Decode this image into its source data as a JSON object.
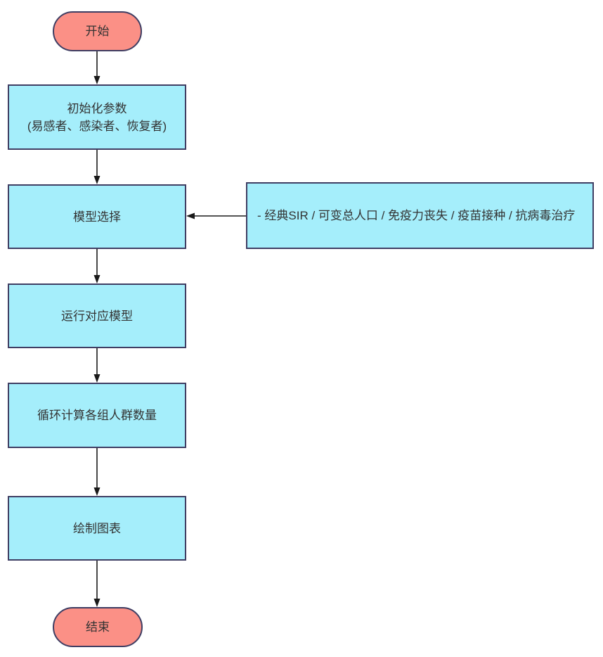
{
  "diagram": {
    "type": "flowchart",
    "language": "zh",
    "nodes": {
      "start": {
        "shape": "terminator",
        "label": "开始"
      },
      "init": {
        "shape": "process",
        "label": "初始化参数",
        "sublabel": "(易感者、感染者、恢复者)"
      },
      "model_select": {
        "shape": "process",
        "label": "模型选择"
      },
      "model_options": {
        "shape": "annotation",
        "label": "- 经典SIR / 可变总人口 / 免疫力丧失 / 疫苗接种 / 抗病毒治疗"
      },
      "run_model": {
        "shape": "process",
        "label": "运行对应模型"
      },
      "loop_compute": {
        "shape": "process",
        "label": "循环计算各组人群数量"
      },
      "draw_chart": {
        "shape": "process",
        "label": "绘制图表"
      },
      "end": {
        "shape": "terminator",
        "label": "结束"
      }
    },
    "edges": [
      {
        "from": "start",
        "to": "init"
      },
      {
        "from": "init",
        "to": "model_select"
      },
      {
        "from": "model_options",
        "to": "model_select"
      },
      {
        "from": "model_select",
        "to": "run_model"
      },
      {
        "from": "run_model",
        "to": "loop_compute"
      },
      {
        "from": "loop_compute",
        "to": "draw_chart"
      },
      {
        "from": "draw_chart",
        "to": "end"
      }
    ],
    "colors": {
      "terminator_fill": "#fb9086",
      "process_fill": "#a5eefb",
      "border": "#3f3e63",
      "arrow": "#1a1a1a",
      "text": "#333333",
      "canvas_bg": "#ffffff"
    }
  }
}
